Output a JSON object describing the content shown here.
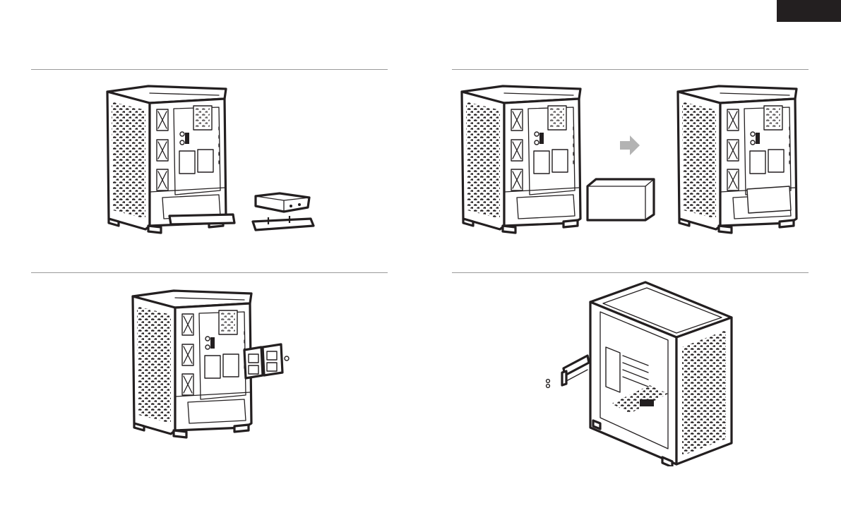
{
  "page": {
    "tab_color": "#231f20",
    "rule_color": "#9a9a9a"
  },
  "steps": [
    {
      "id": "step-1",
      "illustration": "case-remove-psu-shroud-tray-icon"
    },
    {
      "id": "step-2",
      "illustration": "case-psu-install-arrow-icon"
    },
    {
      "id": "step-3",
      "illustration": "case-drive-cages-mounted-icon"
    },
    {
      "id": "step-4",
      "illustration": "case-rear-bracket-screws-icon"
    }
  ]
}
